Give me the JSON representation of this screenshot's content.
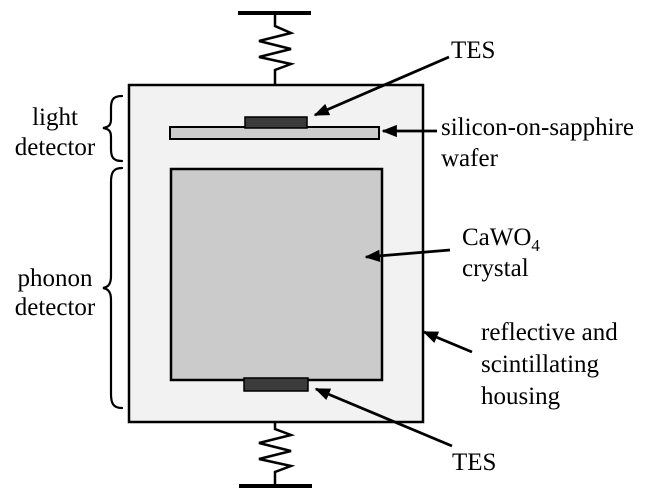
{
  "figure": {
    "colors": {
      "background": "#ffffff",
      "housing_fill": "#f2f2f2",
      "crystal_fill": "#cbcbcb",
      "wafer_fill": "#cdcdcd",
      "tes_fill": "#3b3b3b",
      "line": "#000000"
    },
    "labels": {
      "light_detector": "light\ndetector",
      "phonon_detector": "phonon\ndetector",
      "tes_top": "TES",
      "sos_wafer": "silicon-on-sapphire\nwafer",
      "cawo4_base": "CaWO",
      "cawo4_subscript": "4",
      "cawo4_line2": "crystal",
      "housing": "reflective and\nscintillating\nhousing",
      "tes_bottom": "TES"
    }
  }
}
